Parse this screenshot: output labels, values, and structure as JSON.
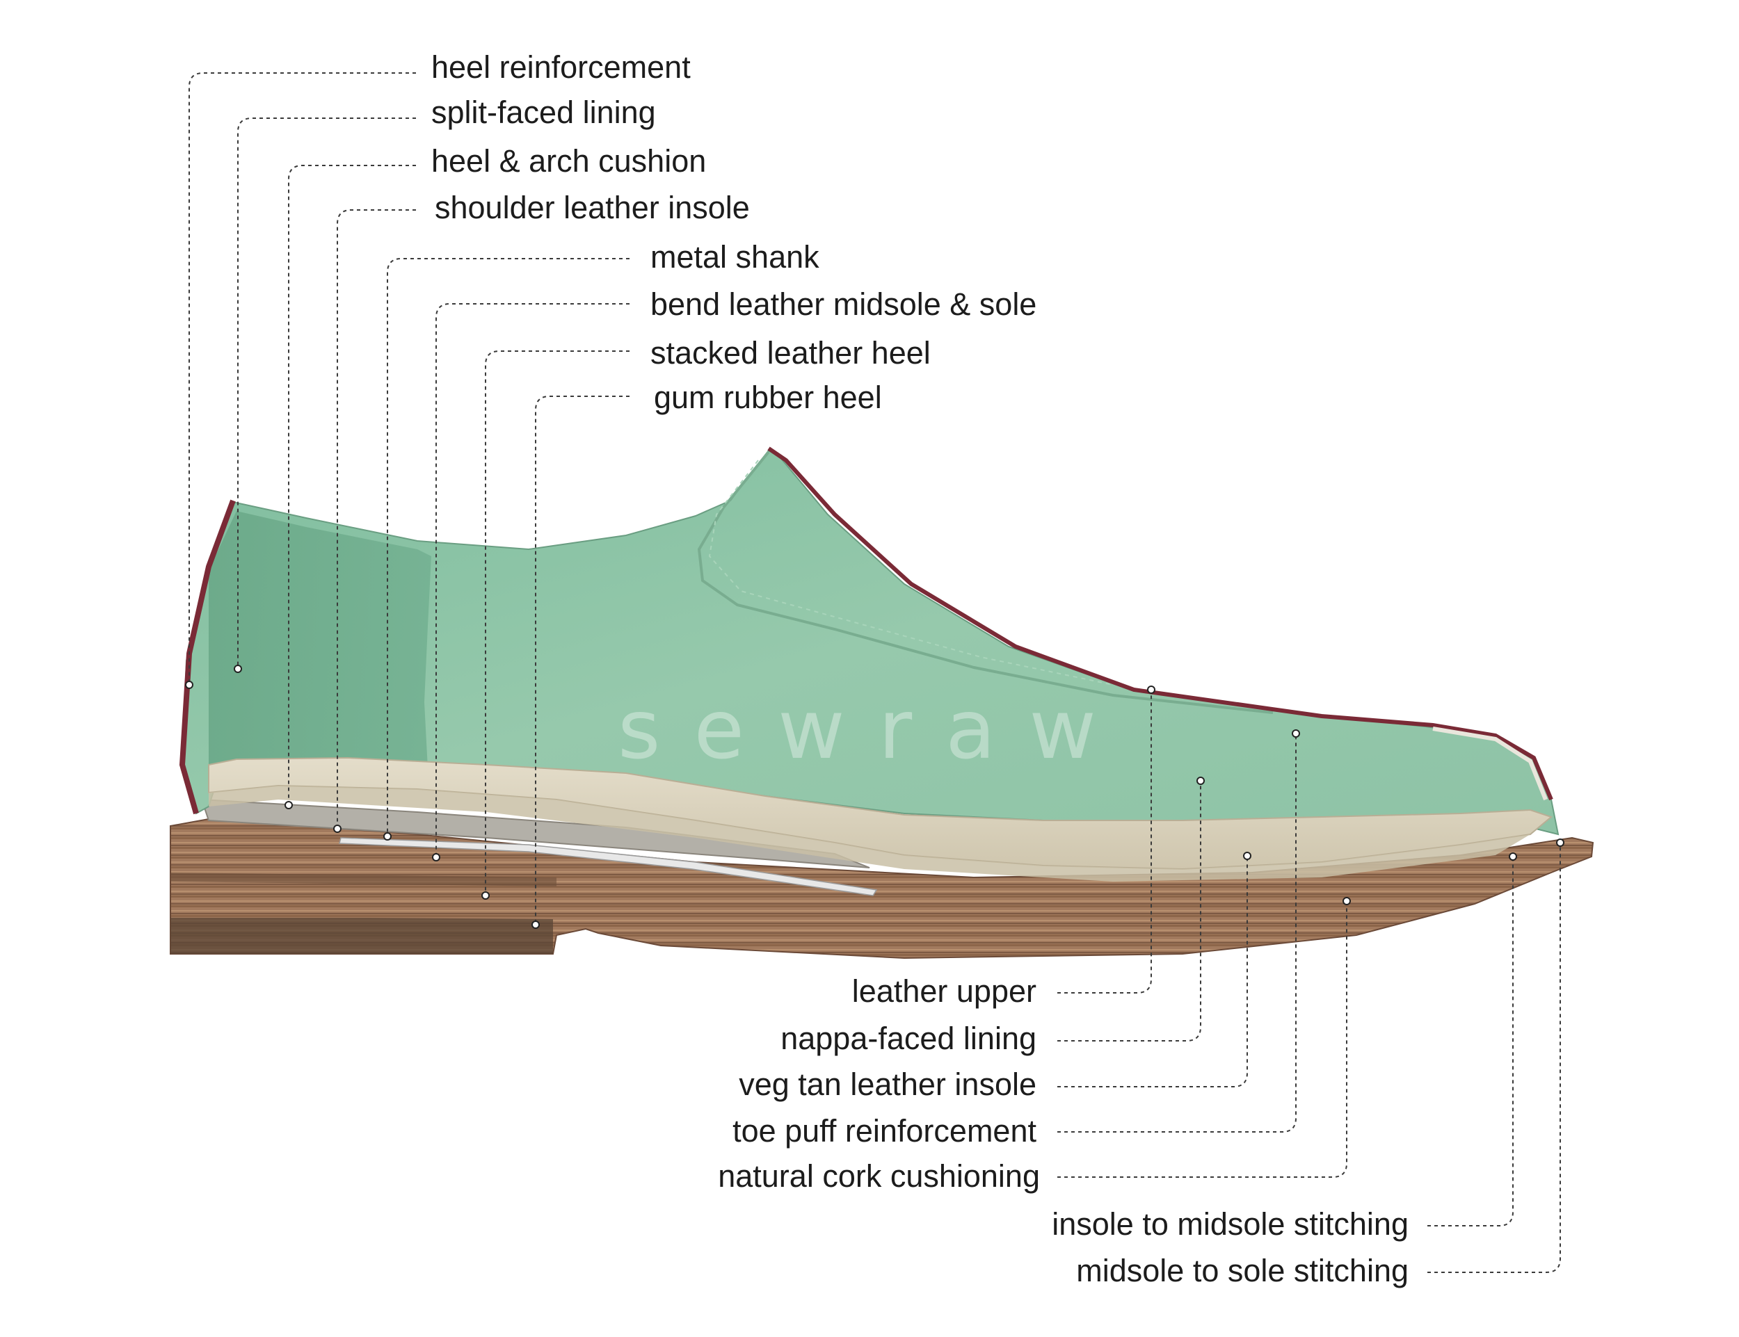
{
  "watermark": "sewraw",
  "colors": {
    "upper_green": "#8fc6a8",
    "upper_green_dark": "#6fae8f",
    "trim_burgundy": "#7a2a36",
    "sole_brown": "#9b7258",
    "sole_dark": "#4a3a30",
    "insole_cream": "#ddd6c4",
    "lining_cream": "#e6e3d6",
    "shank_metal": "#c8c8c8"
  },
  "callouts_top": [
    {
      "label": "heel reinforcement"
    },
    {
      "label": "split-faced lining"
    },
    {
      "label": "heel & arch cushion"
    },
    {
      "label": "shoulder leather insole"
    },
    {
      "label": "metal shank"
    },
    {
      "label": "bend leather midsole & sole"
    },
    {
      "label": "stacked leather heel"
    },
    {
      "label": "gum rubber heel"
    }
  ],
  "callouts_bottom": [
    {
      "label": "leather upper"
    },
    {
      "label": "nappa-faced lining"
    },
    {
      "label": "veg tan leather insole"
    },
    {
      "label": "toe puff reinforcement"
    },
    {
      "label": "natural cork cushioning"
    },
    {
      "label": "insole to midsole stitching"
    },
    {
      "label": "midsole to sole stitching"
    }
  ]
}
